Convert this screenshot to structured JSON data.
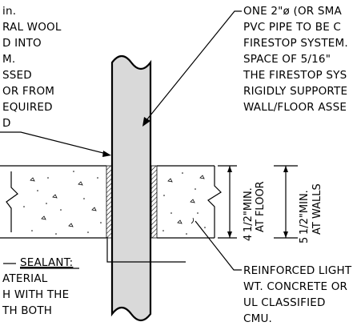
{
  "notes_top_left": [
    "in.",
    "RAL WOOL",
    "D INTO",
    "M.",
    "SSED",
    "OR FROM",
    "EQUIRED",
    "D"
  ],
  "notes_top_right": [
    "ONE 2\"ø (OR SMA",
    "PVC PIPE TO BE C",
    "FIRESTOP SYSTEM.",
    "SPACE OF 5/16\"",
    "THE FIRESTOP SYS",
    "RIGIDLY SUPPORTE",
    "WALL/FLOOR ASSE"
  ],
  "sealant_label": "SEALANT:",
  "notes_bottom_left": [
    "ATERIAL",
    "H WITH THE",
    "TH BOTH"
  ],
  "notes_bottom_right": [
    "REINFORCED LIGHT",
    "WT. CONCRETE OR",
    "UL CLASSIFIED",
    "CMU."
  ],
  "dim_floor": {
    "number": "4",
    "line1": "1/2\"MIN.",
    "line2": "AT FLOOR"
  },
  "dim_walls": {
    "number": "5",
    "line1": "1/2\"MIN.",
    "line2": "AT WALLS"
  },
  "colors": {
    "ink": "#000000",
    "pipe_fill": "#d9d9d9",
    "background": "#ffffff"
  }
}
